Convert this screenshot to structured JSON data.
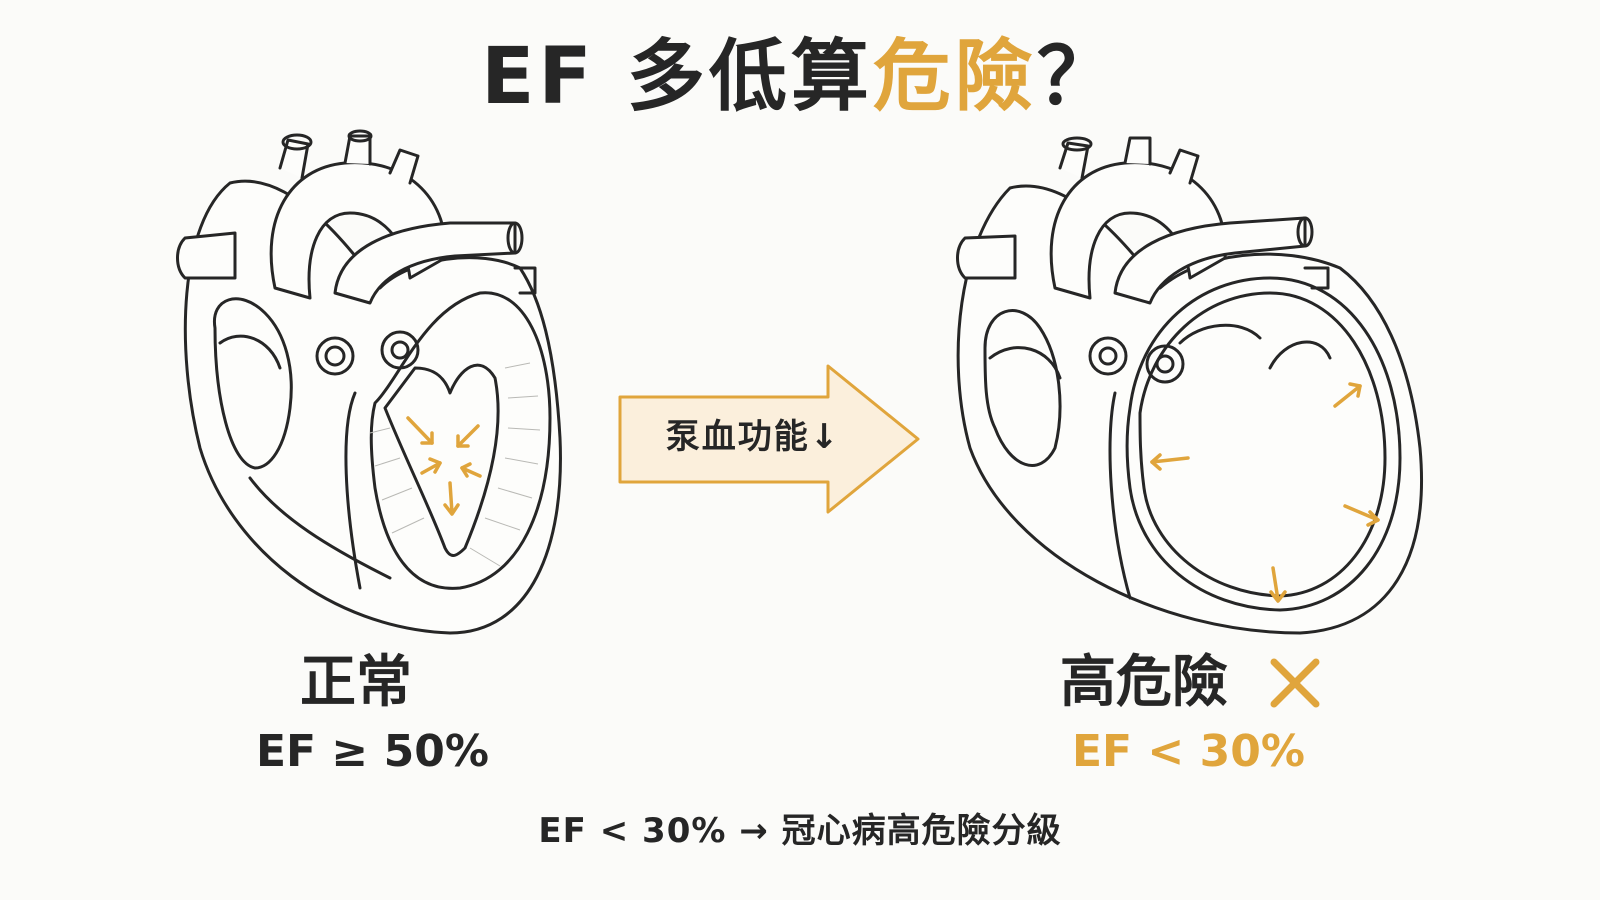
{
  "title": {
    "prefix": "EF 多低算",
    "accent": "危險",
    "suffix": "？"
  },
  "normal": {
    "label": "正常",
    "ef": "EF ≥ 50%"
  },
  "high_risk": {
    "label": "高危險",
    "ef": "EF < 30%"
  },
  "arrow": {
    "text": "泵血功能↓"
  },
  "footer": {
    "text": "EF < 30% → 冠心病高危險分級"
  },
  "colors": {
    "accent": "#e0a53c",
    "ink": "#262626",
    "arrow_fill": "#fbefdc",
    "background": "#fbfbf9"
  },
  "icons": {
    "risk_mark": "cross-icon",
    "contraction_arrows": "arrow-icon"
  }
}
